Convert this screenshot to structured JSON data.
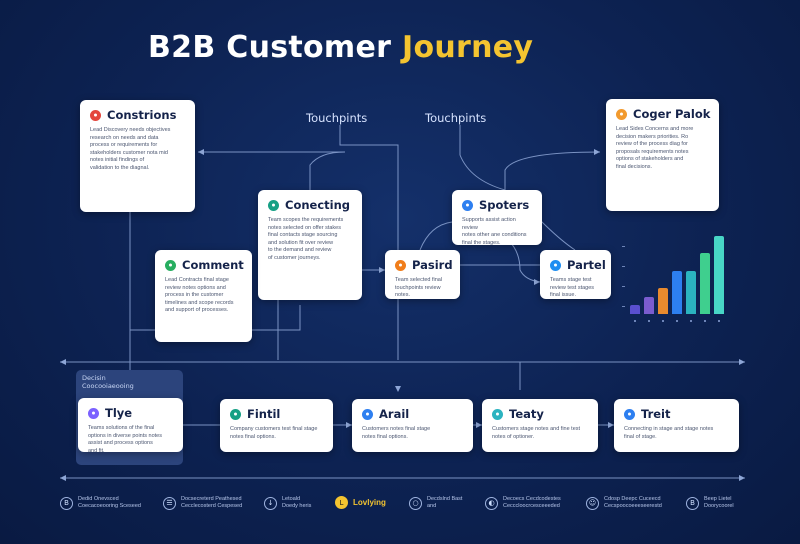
{
  "title": {
    "main": "B2B Customer",
    "accent": "Journey"
  },
  "touchpoint_labels": [
    "Touchpints",
    "Touchpints"
  ],
  "cards": {
    "constrions": {
      "name": "Constrions",
      "icon_color": "#e4463c",
      "text": "Lead Discovery needs objectives\nresearch on needs and data\nprocess or requirements for\nstakeholders customer nota mid\nnotes initial findings of\nvalidation to the diagnal."
    },
    "coger_palok": {
      "name": "Coger Palok",
      "icon_color": "#f29a2e",
      "text": "Lead Sides Concerns and more\ndecision makers priorities. Ro\nreview of the process diag for\nproposals requirements notes\noptions of stakeholders and\nfinal decisions."
    },
    "conecting": {
      "name": "Conecting",
      "icon_color": "#16a085",
      "text": "Team scopes the requirements\nnotes selected on offer stakes\nfinal contacts stage sourcing\nand solution fit over review\nto the demand and review\nof customer journeys."
    },
    "spoters": {
      "name": "Spoters",
      "icon_color": "#2d7ff0",
      "text": "Supports assist action review\nnotes other ane conditions\nfinal the stages."
    },
    "comment": {
      "name": "Comment",
      "icon_color": "#27ae60",
      "text": "Lead Contracts final stage\nreview notes options and\nprocess in the customer\ntimelines and scope records\nand support of processes."
    },
    "pasird": {
      "name": "Pasird",
      "icon_color": "#f07d1a",
      "text": "Team selected final\ntouchpoints review notes."
    },
    "partel": {
      "name": "Partel",
      "icon_color": "#1f8ef1",
      "text": "Teams stage test\nreview test stages\nfinal issue."
    },
    "tlye": {
      "name": "Tlye",
      "icon_color": "#7b61ff",
      "text": "Teams solutions of the final\noptions in diverse points notes\nassist and process options\nand fit."
    },
    "fintil": {
      "name": "Fintil",
      "icon_color": "#16a085",
      "text": "Company customers test final stage\nnotes final options."
    },
    "arail": {
      "name": "Arail",
      "icon_color": "#2d7ff0",
      "text": "Customers notes final stage\nnotes final options."
    },
    "teaty": {
      "name": "Teaty",
      "icon_color": "#2bb3c0",
      "text": "Customers stage notes and fine test\nnotes of optioner."
    },
    "treit": {
      "name": "Treit",
      "icon_color": "#2d7ff0",
      "text": "Connecting in stage and stage notes\nfinal of stage."
    }
  },
  "stage_panel_label": "Decisin\nCoocooiaeooing",
  "bar_values": [
    1,
    2,
    3,
    5,
    5,
    7,
    9
  ],
  "bar_colors": [
    "#5a4fcf",
    "#7a5ccf",
    "#e88a2e",
    "#2d7ff0",
    "#2bb3c0",
    "#3fcf8e",
    "#48d6c6"
  ],
  "legend": [
    {
      "icon": "B",
      "icon_name": "b-icon",
      "text": "Dedid Onevsced\nCoecacoeooring Sceseed",
      "highlight": false
    },
    {
      "icon": "☰",
      "icon_name": "list-icon",
      "text": "Docsecreterd Peathesed\nCecclecosterd Cespesed",
      "highlight": false
    },
    {
      "icon": "↓",
      "icon_name": "download-icon",
      "text": "Letoald\nDoedy heris",
      "highlight": false
    },
    {
      "icon": "L",
      "icon_name": "l-icon",
      "text": "Lovlying",
      "highlight": true
    },
    {
      "icon": "○",
      "icon_name": "circle-icon",
      "text": "Decdslnd Bast\nand",
      "highlight": false
    },
    {
      "icon": "◐",
      "icon_name": "half-circle-icon",
      "text": "Decoecs Cecdcodestes\nCecccloocrcesceeeded",
      "highlight": false
    },
    {
      "icon": "☺",
      "icon_name": "face-icon",
      "text": "Cdosp Deepc Cuceecd\nCecspoocoeeeseerestd",
      "highlight": false
    },
    {
      "icon": "B",
      "icon_name": "b-icon",
      "text": "Beep Lietel\nDoorycoorel",
      "highlight": false
    }
  ],
  "colors": {
    "accent": "#f4c430",
    "background": "#0d2252",
    "wire": "#8ea6d6"
  }
}
